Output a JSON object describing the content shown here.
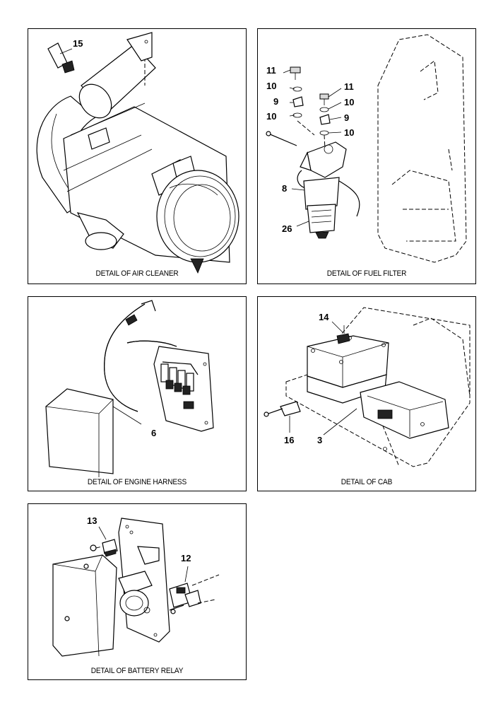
{
  "panels": {
    "air_cleaner": {
      "caption": "DETAIL OF AIR CLEANER",
      "callouts": [
        "15"
      ]
    },
    "fuel_filter": {
      "caption": "DETAIL OF FUEL FILTER",
      "callouts": [
        "11",
        "10",
        "9",
        "10",
        "11",
        "10",
        "9",
        "10",
        "8",
        "26"
      ]
    },
    "engine_harness": {
      "caption": "DETAIL OF ENGINE HARNESS",
      "callouts": [
        "6"
      ]
    },
    "cab": {
      "caption": "DETAIL OF CAB",
      "callouts": [
        "14",
        "16",
        "3"
      ]
    },
    "battery_relay": {
      "caption": "DETAIL OF BATTERY RELAY",
      "callouts": [
        "13",
        "12"
      ]
    }
  }
}
